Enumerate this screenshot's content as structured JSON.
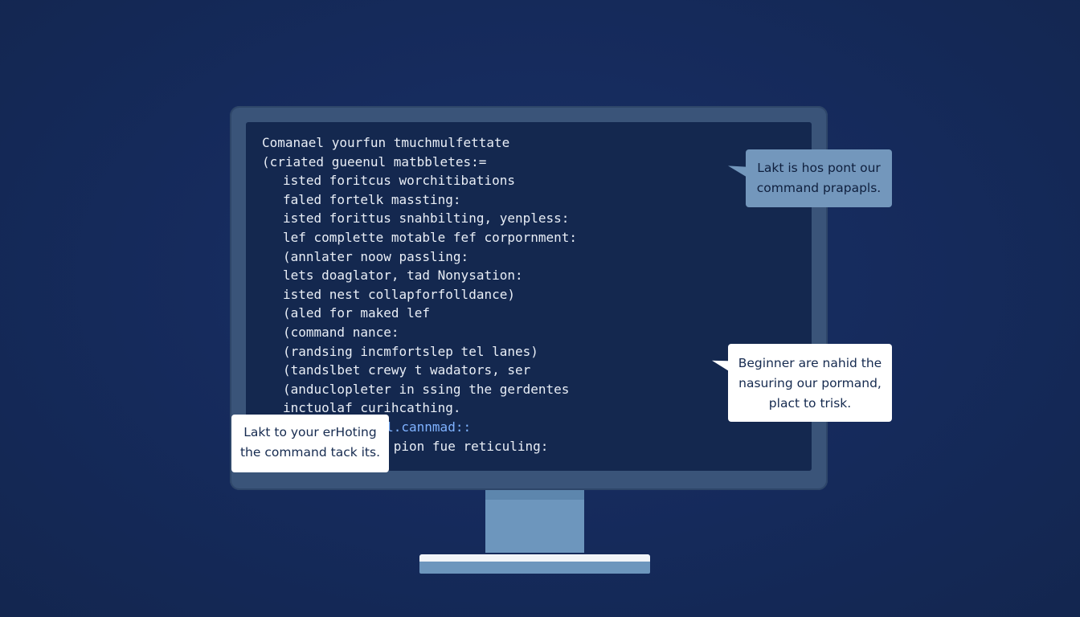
{
  "terminal": {
    "lines": [
      {
        "text": "Comanael yourfun tmuchmulfettate",
        "indent": false,
        "accent": false
      },
      {
        "text": "(criated gueenul matbbletes:=",
        "indent": false,
        "accent": false
      },
      {
        "text": "isted foritcus worchitibations",
        "indent": true,
        "accent": false
      },
      {
        "text": "faled fortelk massting:",
        "indent": true,
        "accent": false
      },
      {
        "text": "isted forittus snahbilting, yenpless:",
        "indent": true,
        "accent": false
      },
      {
        "text": "lef complette motable fef corpornment:",
        "indent": true,
        "accent": false
      },
      {
        "text": "(annlater noow passling:",
        "indent": true,
        "accent": false
      },
      {
        "text": "lets doaglator, tad Nonysation:",
        "indent": true,
        "accent": false
      },
      {
        "text": "isted nest collapforfolldance)",
        "indent": true,
        "accent": false
      },
      {
        "text": "(aled for maked lef",
        "indent": true,
        "accent": false
      },
      {
        "text": "(command nance:",
        "indent": true,
        "accent": false
      },
      {
        "text": "(randsing incmfortslep tel lanes)",
        "indent": true,
        "accent": false
      },
      {
        "text": "(tandslbet crewy t wadators, ser",
        "indent": true,
        "accent": false
      },
      {
        "text": "(anduclopleter in ssing the gerdentes",
        "indent": true,
        "accent": false
      },
      {
        "text": "inctuolaf curihcathing.",
        "indent": true,
        "accent": false
      },
      {
        "text": "                l.cannmad::",
        "indent": false,
        "accent": true
      },
      {
        "text": "                 pion fue reticuling:",
        "indent": false,
        "accent": false
      }
    ]
  },
  "callouts": {
    "top_right": {
      "lines": [
        "Lakt is hos pont our",
        "command prapapls."
      ]
    },
    "mid_right": {
      "lines": [
        "Beginner are nahid the",
        "nasuring our pormand,",
        "plact to trisk."
      ]
    },
    "bottom_left": {
      "lines": [
        "Lakt to your erHoting",
        "the command tack its."
      ]
    }
  },
  "colors": {
    "background": "#15295a",
    "bezel": "#3a5479",
    "screen": "#14284f",
    "terminal_text": "#e9eef6",
    "terminal_accent": "#7fb2ff",
    "callout_blue": "#7397bc",
    "callout_white": "#ffffff"
  }
}
